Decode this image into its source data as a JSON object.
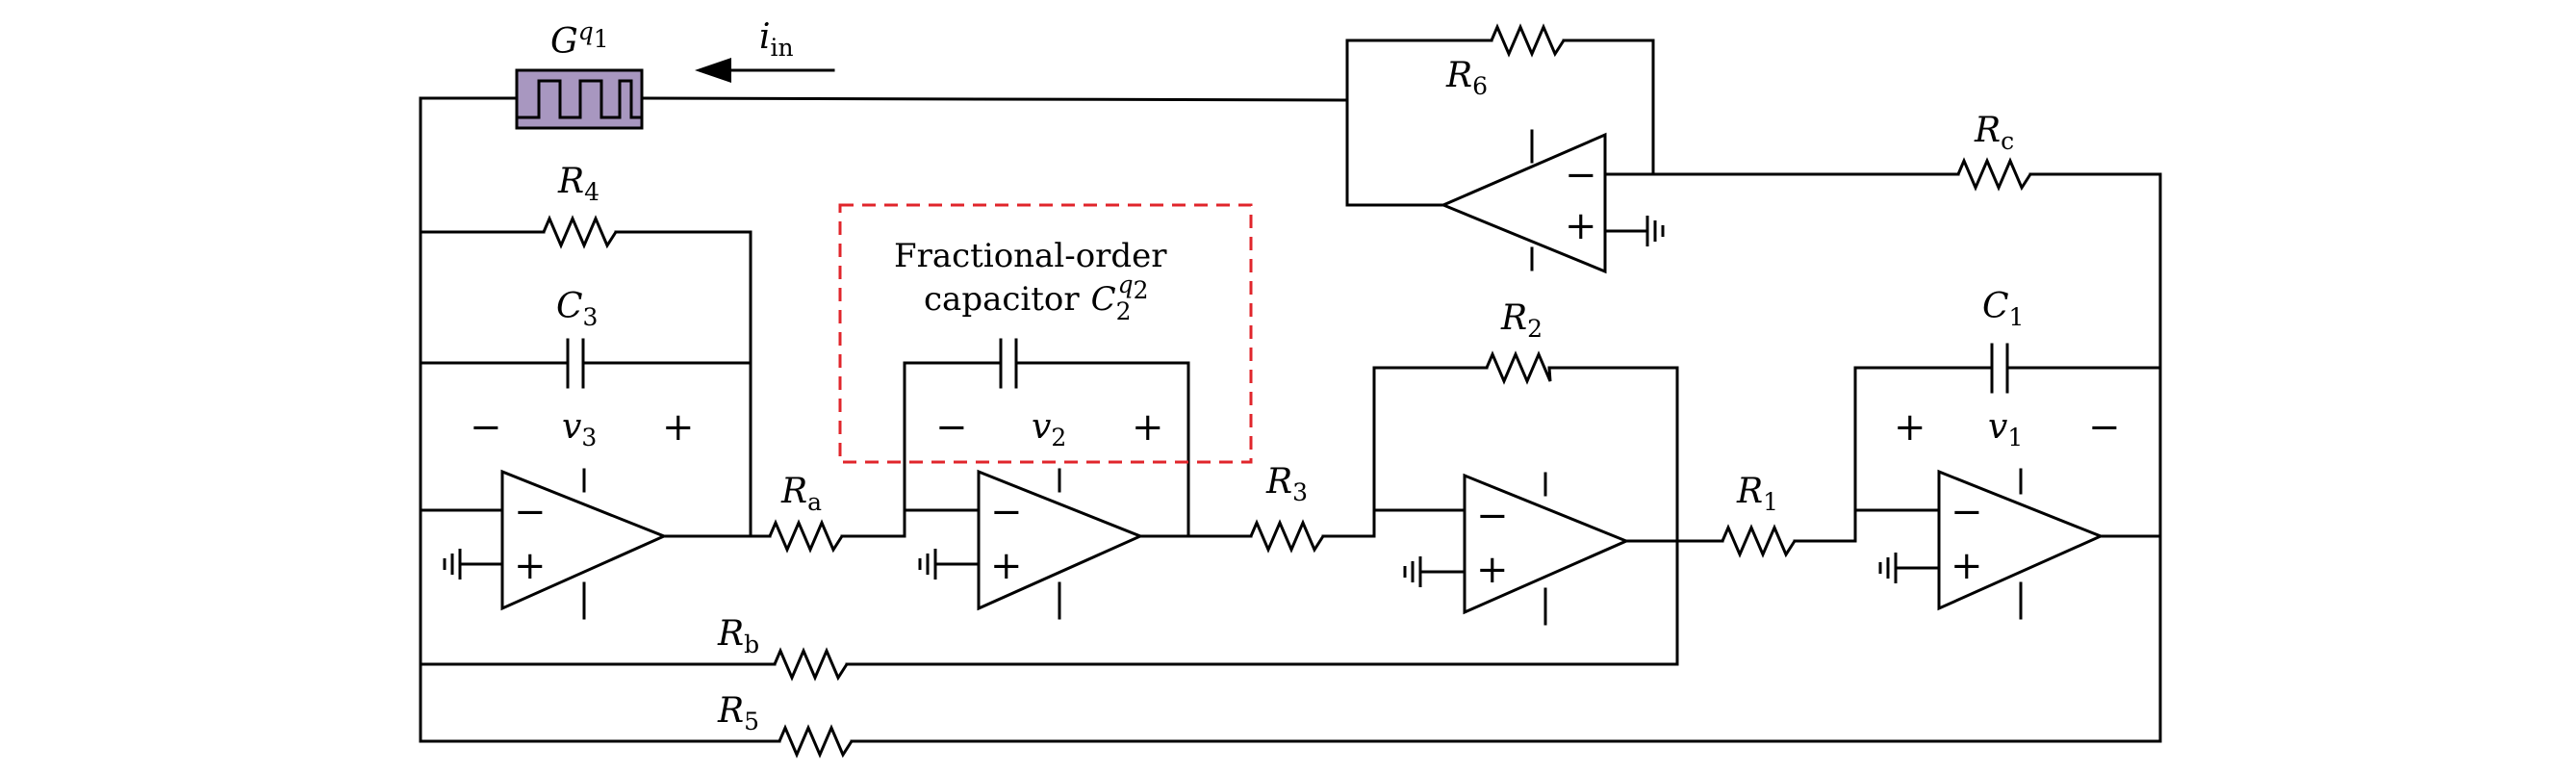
{
  "labels": {
    "memristor": {
      "main": "G",
      "sup": "q",
      "supsub": "1"
    },
    "iin": {
      "main": "i",
      "sub": "in"
    },
    "R6": {
      "main": "R",
      "sub": "6"
    },
    "Rc": {
      "main": "R",
      "sub": "c"
    },
    "R4": {
      "main": "R",
      "sub": "4"
    },
    "C3": {
      "main": "C",
      "sub": "3"
    },
    "v3": {
      "main": "v",
      "sub": "3"
    },
    "Ra": {
      "main": "R",
      "sub": "a"
    },
    "v2": {
      "main": "v",
      "sub": "2"
    },
    "R3": {
      "main": "R",
      "sub": "3"
    },
    "R2": {
      "main": "R",
      "sub": "2"
    },
    "R1": {
      "main": "R",
      "sub": "1"
    },
    "C1": {
      "main": "C",
      "sub": "1"
    },
    "v1": {
      "main": "v",
      "sub": "1"
    },
    "Rb": {
      "main": "R",
      "sub": "b"
    },
    "R5": {
      "main": "R",
      "sub": "5"
    }
  },
  "frac_box": {
    "line1": "Fractional-order",
    "line2": "capacitor",
    "cap": {
      "main": "C",
      "sub": "2",
      "sup": "q",
      "supsub": "2"
    }
  },
  "signs": {
    "minus": "−",
    "plus": "+"
  },
  "colors": {
    "memristor_fill": "#a897c0",
    "dashed_box": "#e0252b"
  }
}
